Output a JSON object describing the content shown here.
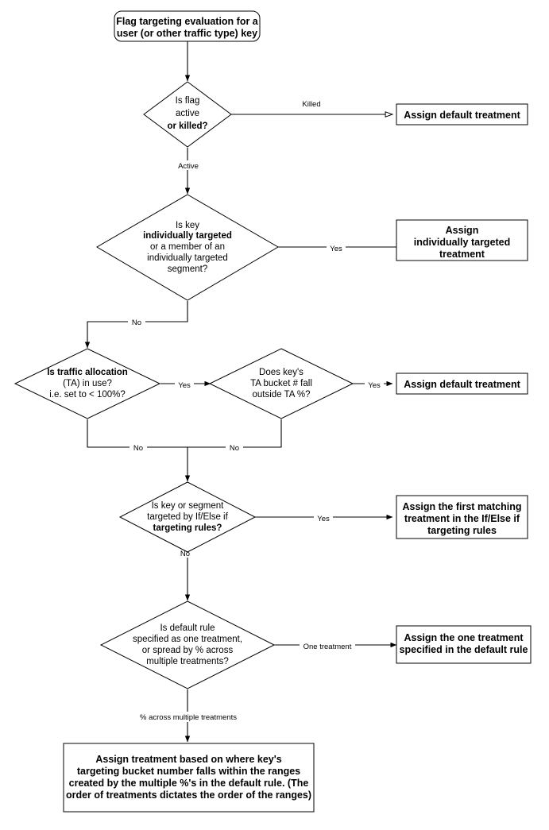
{
  "diagram": {
    "title": "Flag targeting evaluation flowchart",
    "type": "flowchart",
    "background": "#ffffff",
    "line_color": "#000000",
    "text_color": "#000000"
  },
  "nodes": {
    "start": {
      "shape": "terminator",
      "lines": [
        "Flag targeting evaluation for a",
        "user (or other traffic type) key"
      ]
    },
    "d1": {
      "shape": "decision",
      "lines": [
        "Is flag",
        "active",
        "or killed?"
      ],
      "bold_lines": [
        2
      ]
    },
    "b1": {
      "shape": "process",
      "lines": [
        "Assign default treatment"
      ]
    },
    "d2": {
      "shape": "decision",
      "lines": [
        "Is key",
        "individually targeted",
        "or a member of an",
        "individually targeted",
        "segment?"
      ],
      "bold_lines": [
        1
      ]
    },
    "b2": {
      "shape": "process",
      "lines": [
        "Assign",
        "individually targeted",
        "treatment"
      ]
    },
    "d3": {
      "shape": "decision",
      "lines": [
        "Is traffic allocation",
        "(TA) in use?",
        "i.e. set to < 100%?"
      ],
      "bold_lines": [
        0
      ]
    },
    "d4": {
      "shape": "decision",
      "lines": [
        "Does key's",
        "TA bucket # fall",
        "outside TA %?"
      ],
      "bold_lines": []
    },
    "b3": {
      "shape": "process",
      "lines": [
        "Assign default treatment"
      ]
    },
    "d5": {
      "shape": "decision",
      "lines": [
        "Is key or segment",
        "targeted by If/Else if",
        "targeting rules?"
      ],
      "bold_lines": [
        2
      ]
    },
    "b4": {
      "shape": "process",
      "lines": [
        "Assign the first matching",
        "treatment in the If/Else if",
        "targeting rules"
      ]
    },
    "d6": {
      "shape": "decision",
      "lines": [
        "Is default rule",
        "specified as one treatment,",
        "or spread by % across",
        "multiple treatments?"
      ],
      "bold_lines": [
        0
      ]
    },
    "b5": {
      "shape": "process",
      "lines": [
        "Assign the one treatment",
        "specified in the default rule"
      ]
    },
    "b6": {
      "shape": "process",
      "lines": [
        "Assign treatment based on where key's",
        "targeting bucket number falls within the ranges",
        "created by the multiple %'s in the default rule. (The",
        "order of treatments dictates the order of the ranges)"
      ]
    }
  },
  "edges": {
    "start_to_d1": {
      "label": ""
    },
    "d1_to_b1": {
      "label": "Killed"
    },
    "d1_to_d2": {
      "label": "Active"
    },
    "d2_to_b2": {
      "label": "Yes"
    },
    "d2_to_d3": {
      "label": "No"
    },
    "d3_to_d4": {
      "label": "Yes"
    },
    "d4_to_b3": {
      "label": "Yes"
    },
    "d3_to_d5_no": {
      "label": "No"
    },
    "d4_to_d5_no": {
      "label": "No"
    },
    "d5_to_b4": {
      "label": "Yes"
    },
    "d5_to_d6": {
      "label": "No"
    },
    "d6_to_b5": {
      "label": "One treatment"
    },
    "d6_to_b6": {
      "label": "% across multiple treatments"
    }
  }
}
